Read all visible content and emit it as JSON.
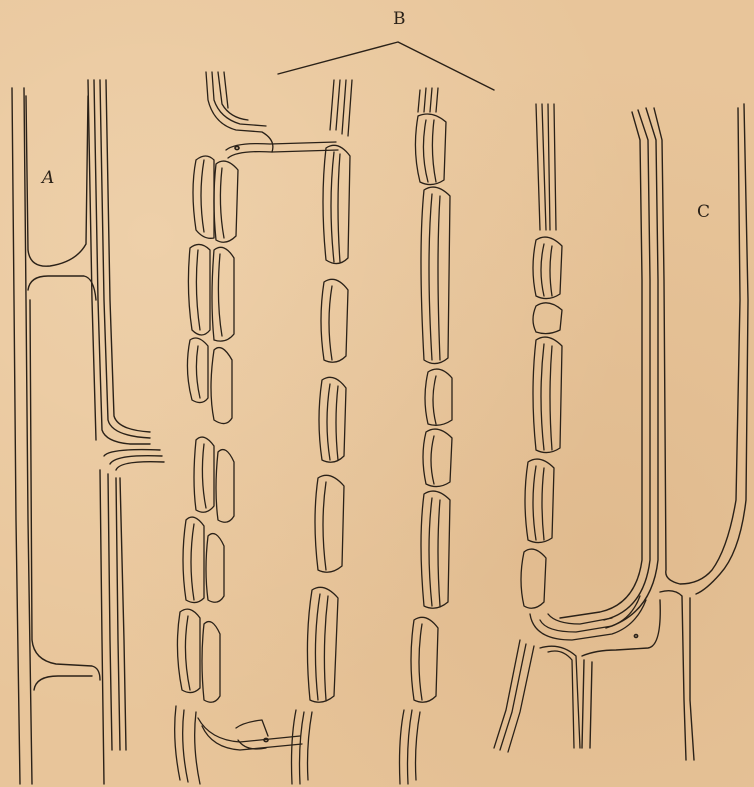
{
  "labels": {
    "a": "A",
    "b": "B",
    "c": "C"
  },
  "colors": {
    "paper": "#e8c59a",
    "ink": "#2a2118"
  }
}
